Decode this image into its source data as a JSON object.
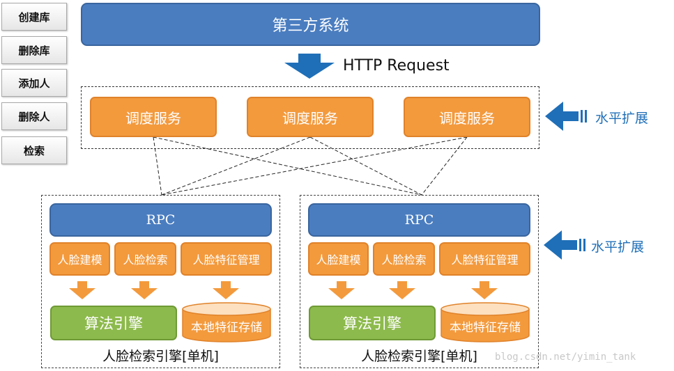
{
  "sidebar": {
    "buttons": [
      "创建库",
      "删除库",
      "添加人",
      "删除人",
      "检索"
    ]
  },
  "top_system": "第三方系统",
  "http_label": "HTTP Request",
  "dispatch": [
    "调度服务",
    "调度服务",
    "调度服务"
  ],
  "scale_label_1": "水平扩展",
  "scale_label_2": "水平扩展",
  "engines": [
    {
      "rpc": "RPC",
      "modules": [
        "人脸建模",
        "人脸检索",
        "人脸特征管理"
      ],
      "algorithm": "算法引擎",
      "storage": "本地特征存储",
      "caption": "人脸检索引擎[单机]"
    },
    {
      "rpc": "RPC",
      "modules": [
        "人脸建模",
        "人脸检索",
        "人脸特征管理"
      ],
      "algorithm": "算法引擎",
      "storage": "本地特征存储",
      "caption": "人脸检索引擎[单机]"
    }
  ],
  "watermark": "blog.csdn.net/yimin_tank",
  "colors": {
    "blue": "#4a7dc0",
    "orange": "#f39a3d",
    "green": "#8dba4c",
    "arrow_blue": "#1f6fb8",
    "label_blue": "#1f6fb8"
  }
}
